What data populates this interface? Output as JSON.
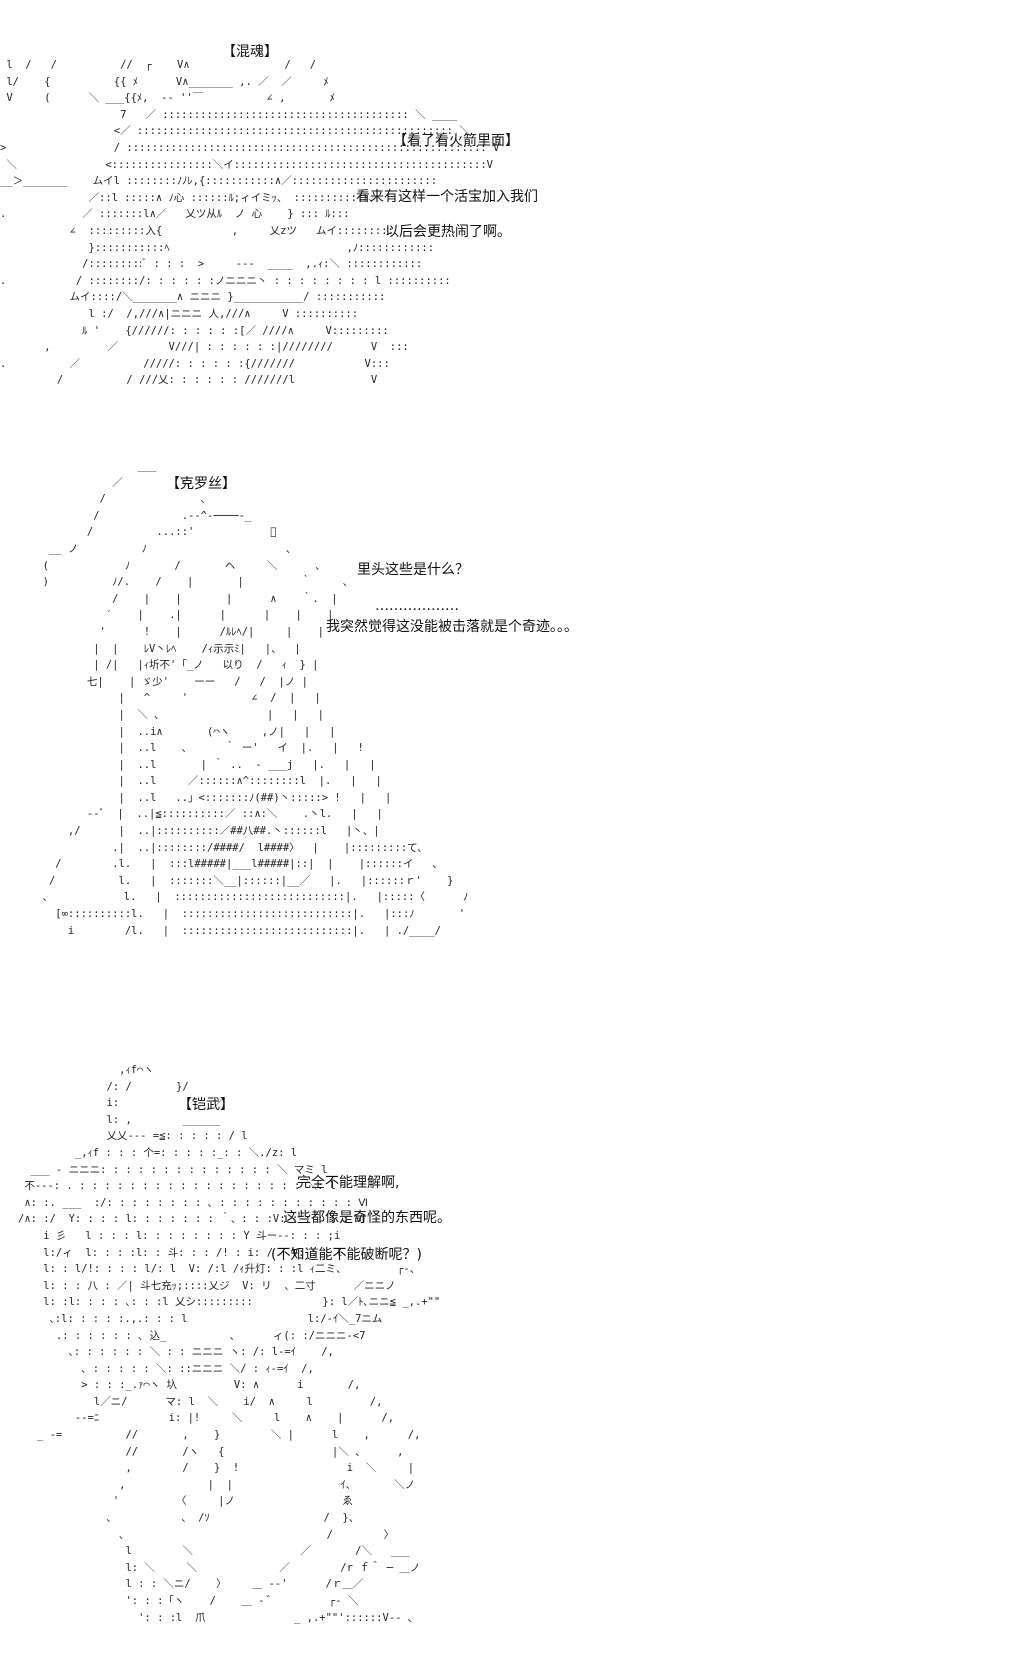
{
  "panels": [
    {
      "speakers": [
        "【混魂】",
        "【看了看火箭里面】"
      ],
      "lines": [
        "看来有这样一个活宝加入我们",
        "以后会更热闹了啊。"
      ],
      "art": " l  /   /          //  ┌    V∧               /   /\n l/    {          {{ ﾒ      V∧_______ ,. ／  ／     ﾒ\n V     (      ＼ ___{{ﾒ,  -‐ ''￣          ∠ ,       ﾒ\n                   7   ／ ::::::::::::::::::::::::::::::::::::::: ＼ ____\n                  <／ :::::::::::::::::::::::::::::::::::::::::::::::::: ＼\n>                 / ::::::::::::::::::::::::::::::::::::::::::::::::::::::::: V\n ＼              <::::::::::::::::＼イ::::::::::::::::::::::::::::::::::::::::V\n__＞_______    ムイl ::::::::ﾉﾉﾚ,{:::::::::::∧／:::::::::::::::::::::::\n              ／::l :::::∧ ﾉ心 ::::::ﾙ;ィイミｯ、 :::::::::::ﾄ、\n.            ／ :::::::l∧／   乂ツ从ﾙ  ノ 心    } ::: ﾙ:::\n           ∠  :::::::::入{           ,     乂zツ   ムイ:::::::::\n              }:::::::::::ﾍ                            ,ﾉ::::::::::::\n             /:::::::::ﾞ : : :  >     ‐‐‐  ____  ,.ｨ:＼ ::::::::::::\n.           / ::::::::/: : : : : :ノニニニ丶 : : : : : : : : l ::::::::::\n           ムイ::::/＼_______∧ ニニニ }___________/ :::::::::::\n              l :/  /,///∧|ニニニ 人,///∧     V ::::::::::\n             ﾙ '    {//////: : : : : :[／ ////∧     V:::::::::\n       ,         ／        V///| : : : : : :|////////      V  :::\n.          ／          /////: : : : : :{///////           V:::\n         /          / ///乂: : : : : : ///////l            V"
    },
    {
      "speakers": [
        "【克罗丝】"
      ],
      "lines": [
        "里头这些是什么？",
        "………………",
        "我突然觉得这没能被击落就是个奇迹。。。"
      ],
      "art": "                 ___\n             ／         ＼\n           /               ､\n          /             .-‐^‐────-_\n         /          ...::'            ﾞ\n   __ ノ          ﾉ                      ､\n  (            ﾉ       /       ヘ     ＼      ､\n  )          ﾉ/.    /    |       |         ｀     ､\n             /    |    |       |      ∧    ｀.  |\n            ′    |    .|      |      |    |    |\n           '      !    |      /ﾙﾚﾍ/|     |    |\n          |  |    ﾚV丶ﾚﾍ    /ｨ示示ﾐ|   |、  |\n          | /|   |ｨ圻不'「_ノ   以り  /   ｨ  } |\n         七|    | ゞ少'    ーー   /   /  |ノ |\n              |   ^     '          ∠  /  |   |\n              |  ＼ ､                 |   |   |\n              |  ..i∧       (⌒ヽ     ,ノ|   |   |\n              |  ..l    ､      ｀ ー'   イ  |.   |   !\n              |  ..l       | ｀ ..  ‐ ___j   |.   |   |\n              |  ..l     ／::::::∧^::::::::l  |.   |   |\n              |  ..l   ..」<:::::::ﾉ(##)丶:::::> !   |   |\n         ‐‐ﾞ  |  ..|≦::::::::::／ ::∧:＼    .丶l.   |   |\n      ,/      |  ..|::::::::::／##八##.丶::::::l   |丶、|\n             .|  ..|::::::::/####/  l####〉  |    |:::::::::て、\n    /        .l.   |  :::l#####|___l#####|::|  |    |::::::イ   ､\n   /          l.   |  :::::::＼__|::::::|__／   |.   |::::::ｒ'    }\n  ､            l.   |  :::::::::::::::::::::::::::|.   |:::::〈      ﾉ\n    [∞::::::::::l.   |  :::::::::::::::::::::::::::|.   |:::ﾉ       '\n      i        /l.   |  :::::::::::::::::::::::::::|.   | ./____/"
    },
    {
      "speakers": [
        "【铠武】"
      ],
      "lines": [
        "完全不能理解啊,",
        "这些都像是奇怪的东西呢。",
        "(不知道能不能破断呢？)"
      ],
      "art": "                ,ｨf⌒ヽ\n              /: /       }/\n              i:               ／\n              l: ,        ______\n              乂乂‐‐‐ =≦: : : : : / l\n         _,ｨf : : : 个=: : : : :_: : ＼./z: l\n  ___ ‐ ニニニ: : : : : : : : : : : : : : ＼ マミ l\n 不‐‐-: . : : : : : : : : : : : : : : : : : : ＼: l\n ∧: :. ___  :/: : : : : : : : ､ : : : : : : : : : : : Ⅵ\n/∧: :/  Y: : : : l: : : : : : : ｀、: : :V: : : : : : Ⅵ\n    i 彡   l : : : l: : : : : : : : Y 斗ー‐‐: : : ;i\n    l:/ィ  l: : : :l: : 斗: : : /! : i: /   V: : : l\n    l: : l/!: : : : l/: l  V: /:l /ｨ升灯: : :l ｨ二ミ、        ┌‐、\n    l: : : 八 : ／| 斗七充ｯ;::::乂ジ  V: リ  、二寸      ／ニニノ\n    l: :l: : : : ､: : :l 乂シ:::::::::           }: l／ﾄ､ニニ≦ _,.+\"\"\n     ､:l: : : : :.,.: : : l                   l:/‐ｲ＼_7ニム\n      .: : : : : : ､ 込_          ､      ィ(: :/ニニニ‐<7\n        ､: : : : : : ＼ : : ニニニ ヽ: /: l‐=ｲ    /,\n          ､ : : : : : ＼: ::ニニニ ＼/ : ｨ‐=ｲ  /,\n          > : : :_.ｧ⌒ヽ 圦         V: ∧      i       /,\n            l／ニ/      マ: l  ＼    i/  ∧     l         /,\n         -‐=ﾆ           i: |!     ＼     l    ∧    |      /,\n   _ -=          //       ,    }        ＼ |      l    ,      /,\n                 //       /ヽ   {                 |＼ 、     ,\n                 ,        /    }  !                 i  ＼     |\n                ,             |  |                 ｲ、      ＼ノ\n               '         〈     |ノ                 ゑ\n              ､           、 /ｿ                  /  }、\n                ､                                /        〉\n                 l        ＼                 ／       /＼   ___\n                 l: ＼     ＼             ／        /r ｆ＾ ─ ＿ノ\n                 l : : ＼ニ/    〉    ＿ ‐‐'      /ｒ＿／\n                 ': : :「ヽ    /    ＿ ‐ ﾞ         ┌‐ ＼\n                   ': : :l  爪              _ ,.+\"\"'::::::V‐- ､"
    }
  ]
}
